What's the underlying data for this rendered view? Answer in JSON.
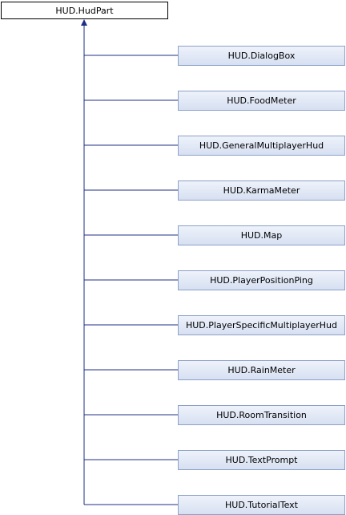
{
  "diagram": {
    "base_class": "HUD.HudPart",
    "derived_classes": [
      "HUD.DialogBox",
      "HUD.FoodMeter",
      "HUD.GeneralMultiplayerHud",
      "HUD.KarmaMeter",
      "HUD.Map",
      "HUD.PlayerPositionPing",
      "HUD.PlayerSpecificMultiplayerHud",
      "HUD.RainMeter",
      "HUD.RoomTransition",
      "HUD.TextPrompt",
      "HUD.TutorialText"
    ],
    "colors": {
      "edge": "#1f2f86",
      "derived_border": "#8da1c8",
      "derived_fill_top": "#eef2fa",
      "derived_fill_bottom": "#d7e0f2",
      "base_border": "#000000"
    }
  }
}
